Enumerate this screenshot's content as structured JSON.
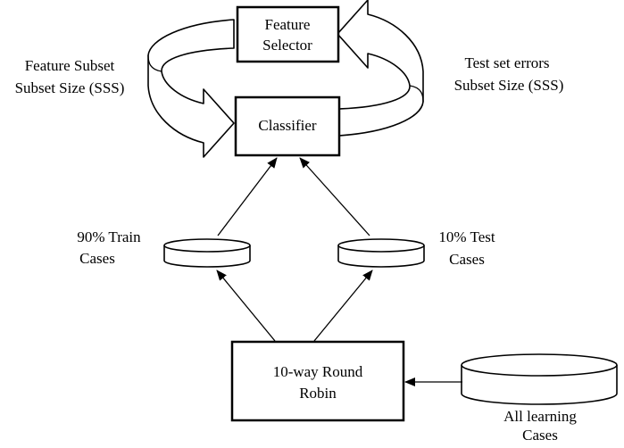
{
  "nodes": {
    "feature_selector": {
      "line1": "Feature",
      "line2": "Selector"
    },
    "classifier": {
      "label": "Classifier"
    },
    "round_robin": {
      "line1": "10-way Round",
      "line2": "Robin"
    },
    "train_cases": {
      "line1": "90% Train",
      "line2": "Cases"
    },
    "test_cases": {
      "line1": "10% Test",
      "line2": "Cases"
    },
    "all_cases": {
      "line1": "All learning",
      "line2": "Cases"
    }
  },
  "loop_labels": {
    "left": {
      "line1": "Feature Subset",
      "line2": "Subset Size (SSS)"
    },
    "right": {
      "line1": "Test set errors",
      "line2": "Subset Size (SSS)"
    }
  }
}
